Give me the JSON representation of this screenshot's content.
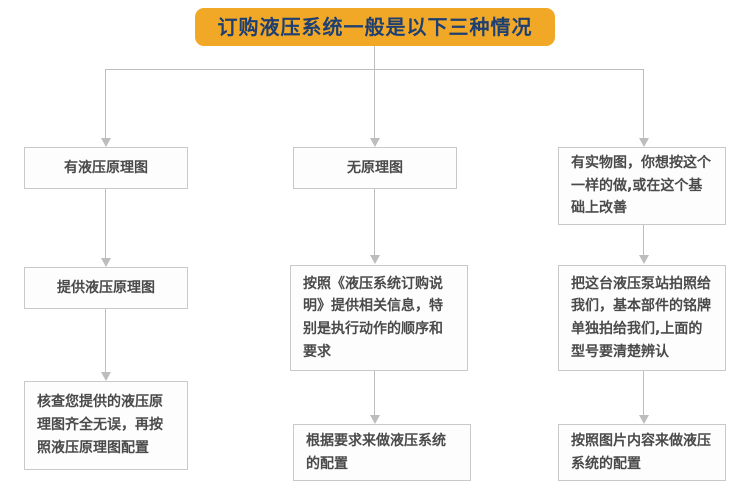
{
  "title": {
    "text": "订购液压系统一般是以下三种情况",
    "background_color": "#f2a827",
    "text_color": "#1d3f72"
  },
  "theme": {
    "box_border_color": "#c9c9c9",
    "box_text_color": "#4a4a4a",
    "connector_color": "#bdbdbd",
    "page_background": "#ffffff"
  },
  "branches": [
    {
      "id": "branch-1",
      "steps": [
        {
          "id": "branch-1-step-1",
          "text": "有液压原理图",
          "align": "center"
        },
        {
          "id": "branch-1-step-2",
          "text": "提供液压原理图",
          "align": "center"
        },
        {
          "id": "branch-1-step-3",
          "text": "核查您提供的液压原理图齐全无误，再按照液压原理图配置",
          "align": "left"
        }
      ]
    },
    {
      "id": "branch-2",
      "steps": [
        {
          "id": "branch-2-step-1",
          "text": "无原理图",
          "align": "center"
        },
        {
          "id": "branch-2-step-2",
          "text": "按照《液压系统订购说明》提供相关信息，特别是执行动作的顺序和要求",
          "align": "left"
        },
        {
          "id": "branch-2-step-3",
          "text": "根据要求来做液压系统的配置",
          "align": "left"
        }
      ]
    },
    {
      "id": "branch-3",
      "steps": [
        {
          "id": "branch-3-step-1",
          "text": "有实物图，你想按这个一样的做,或在这个基础上改善",
          "align": "left"
        },
        {
          "id": "branch-3-step-2",
          "text": "把这台液压泵站拍照给我们，基本部件的铭牌单独拍给我们,上面的型号要清楚辨认",
          "align": "left"
        },
        {
          "id": "branch-3-step-3",
          "text": "按照图片内容来做液压系统的配置",
          "align": "left"
        }
      ]
    }
  ]
}
